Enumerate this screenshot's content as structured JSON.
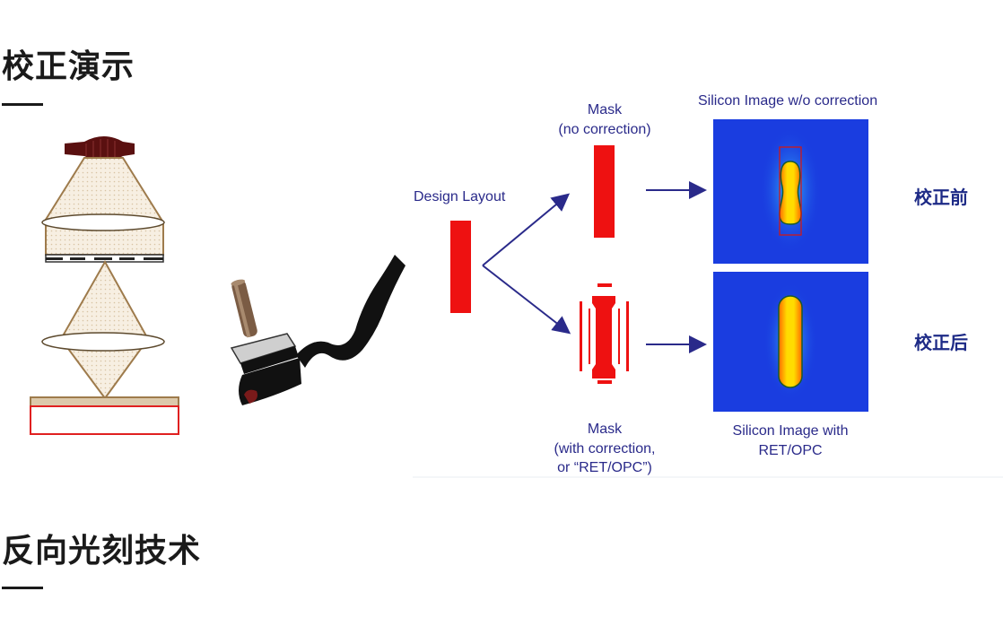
{
  "section1": {
    "title": "校正演示"
  },
  "section2": {
    "title": "反向光刻技术"
  },
  "diagram": {
    "design_layout": "Design Layout",
    "mask_top": [
      "Mask",
      "(no correction)"
    ],
    "mask_bottom": [
      "Mask",
      "(with correction,",
      "or “RET/OPC”)"
    ],
    "silicon_top": "Silicon Image w/o correction",
    "silicon_bottom": [
      "Silicon Image with",
      "RET/OPC"
    ],
    "before_label": "校正前",
    "after_label": "校正后"
  },
  "colors": {
    "label_blue": "#2a2a8a",
    "dark_blue": "#1d2a86",
    "mask_red": "#ee1111",
    "field_blue": "#1a3de0"
  }
}
